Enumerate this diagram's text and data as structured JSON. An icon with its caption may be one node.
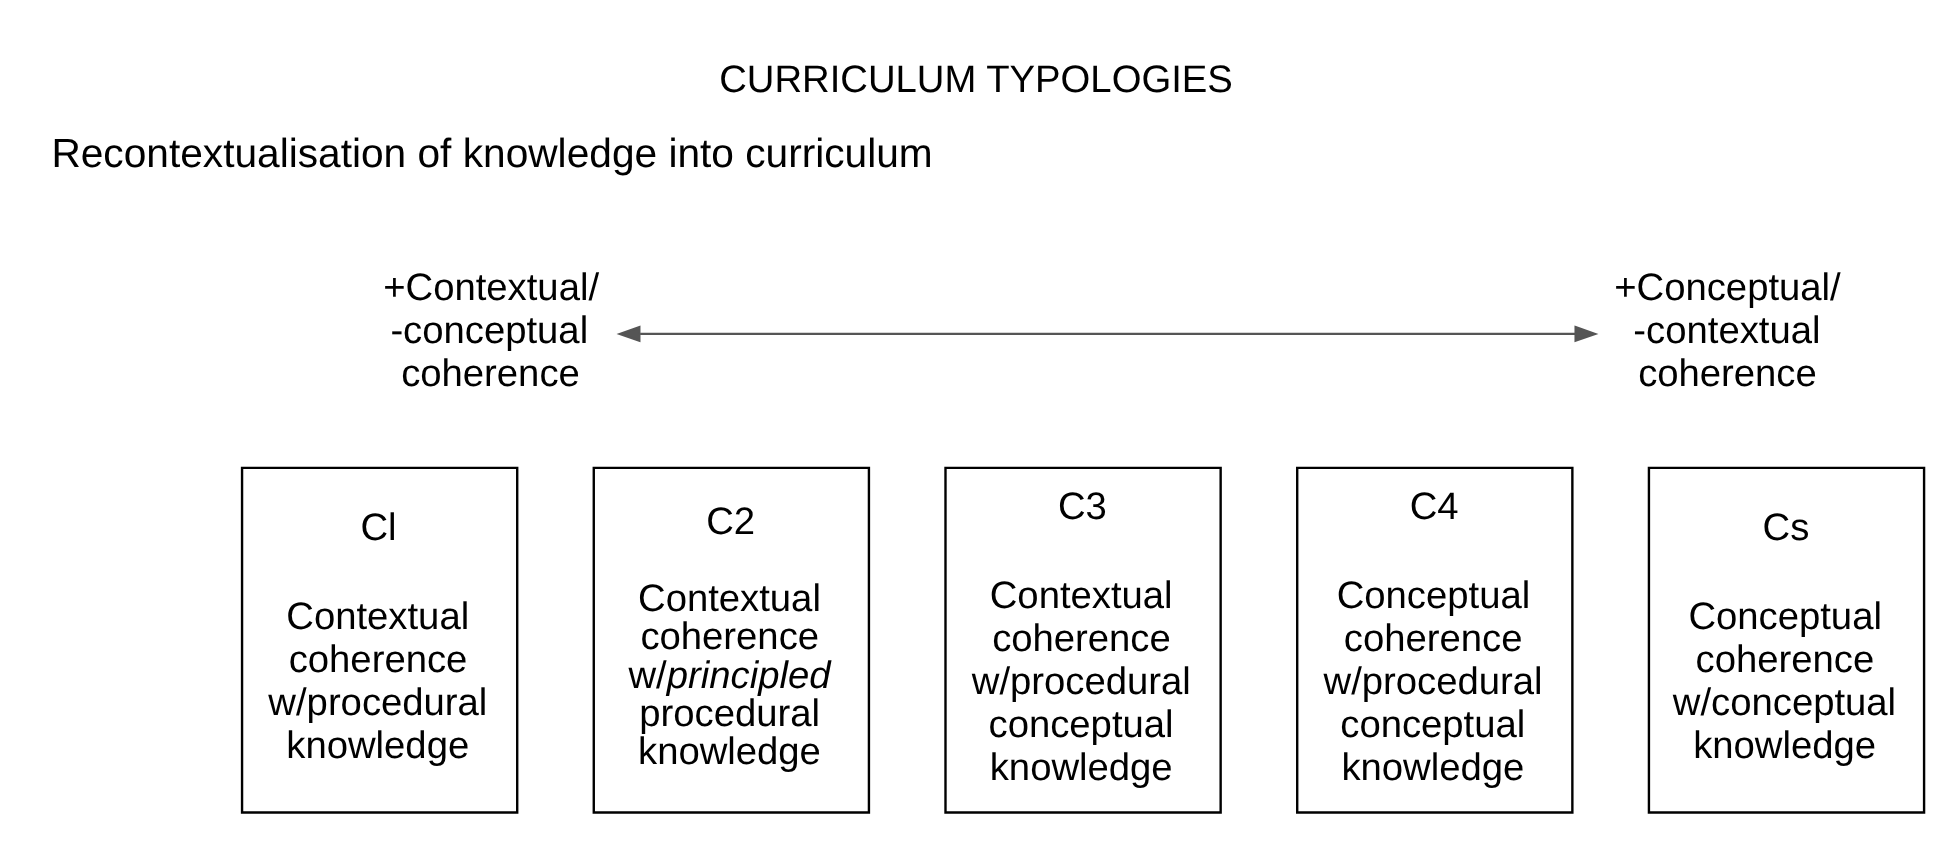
{
  "diagram": {
    "title": "CURRICULUM TYPOLOGIES",
    "nodes": [
      {
        "text": [
          "+Contextual/ -conceptual coherence"
        ]
      },
      {
        "text": [
          "+Conceptual/ -contextual coherence"
        ]
      },
      {
        "text": [
          "Cl",
          "Contextual coherence w/procedural knowledge"
        ]
      },
      {
        "text": [
          "C2",
          "Contextual coherence w/*principled* procedural knowledge"
        ]
      },
      {
        "text": [
          "C3",
          "Contextual coherence w/procedural conceptual knowledge"
        ]
      },
      {
        "text": [
          "C4",
          "Conceptual coherence w/procedural conceptual knowledge"
        ]
      },
      {
        "text": [
          "Cs",
          "Conceptual coherence w/conceptual knowledge"
        ]
      }
    ],
    "edges": [
      {
        "from": 0,
        "to": 1,
        "arrow": "both"
      }
    ],
    "labels": [
      "Recontextualisation of knowledge into curriculum"
    ]
  }
}
